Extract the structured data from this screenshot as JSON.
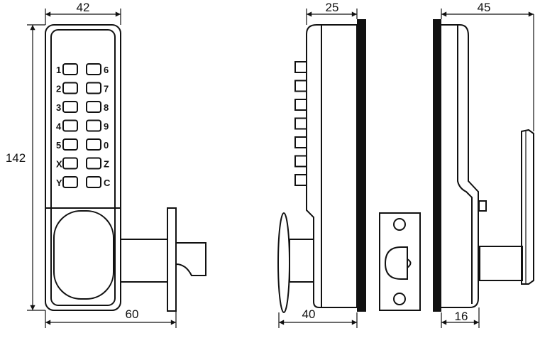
{
  "dimensions": {
    "front_width": "42",
    "front_height": "142",
    "front_depth": "60",
    "side_body_depth": "25",
    "side_total_depth": "40",
    "back_total_depth": "45",
    "back_body_depth": "16"
  },
  "keypad": {
    "left_keys": [
      "1",
      "2",
      "3",
      "4",
      "5",
      "X",
      "Y"
    ],
    "right_keys": [
      "6",
      "7",
      "8",
      "9",
      "0",
      "Z",
      "C"
    ]
  }
}
